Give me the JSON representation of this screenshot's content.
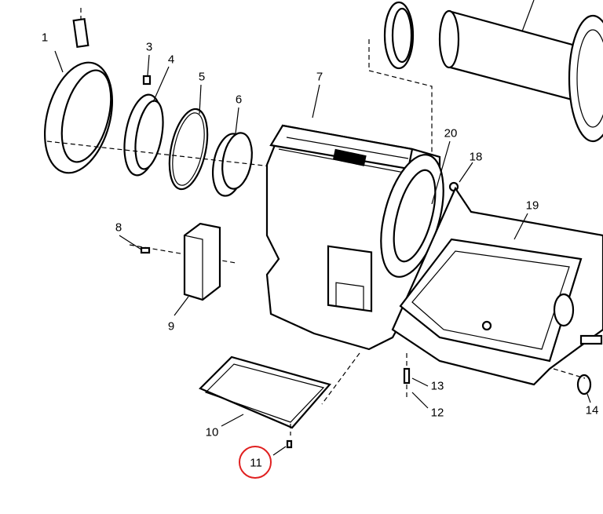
{
  "diagram": {
    "callouts": [
      "1",
      "3",
      "4",
      "5",
      "6",
      "7",
      "8",
      "9",
      "10",
      "11",
      "12",
      "13",
      "14",
      "18",
      "19",
      "20"
    ],
    "highlighted_callout": "11",
    "highlight_color": "#e02020"
  }
}
